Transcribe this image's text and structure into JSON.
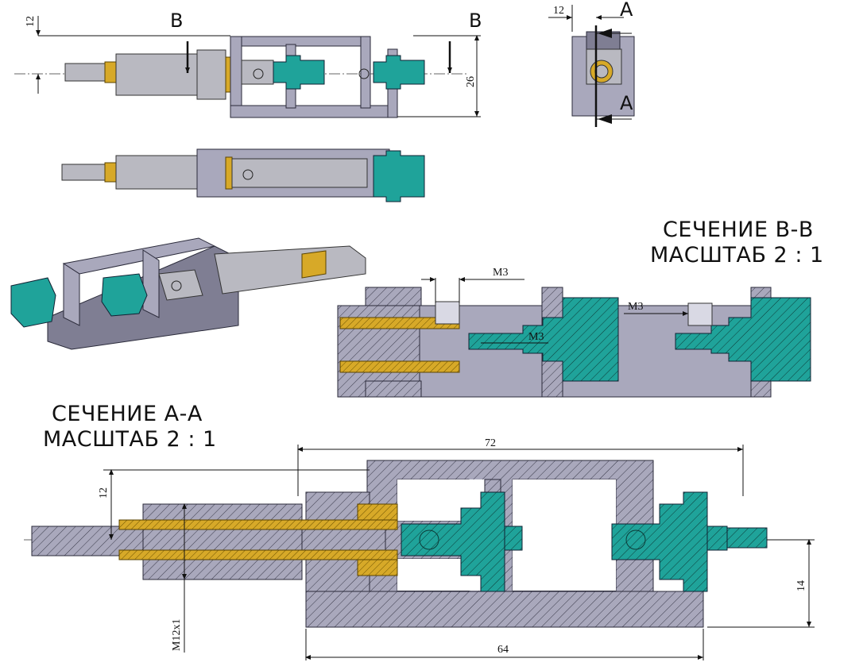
{
  "views": {
    "section_b_b_title": "СЕЧЕНИЕ В-В",
    "section_b_b_scale": "МАСШТАБ 2 : 1",
    "section_a_a_title": "СЕЧЕНИЕ А-А",
    "section_a_a_scale": "МАСШТАБ 2 : 1"
  },
  "cut_labels": {
    "b_left": "В",
    "b_right": "В",
    "a_top": "А",
    "a_bottom": "А"
  },
  "dimensions": {
    "top_view_12": "12",
    "top_view_26": "26",
    "end_view_12": "12",
    "bb_m3_left": "M3",
    "bb_m3_mid": "M3",
    "bb_m3_right": "M3",
    "aa_72": "72",
    "aa_12": "12",
    "aa_m12x1": "M12x1",
    "aa_14": "14",
    "aa_64": "64"
  },
  "colors": {
    "body": "#a9a8bc",
    "teal_part": "#1fa39a",
    "brass_part": "#d7a928"
  }
}
